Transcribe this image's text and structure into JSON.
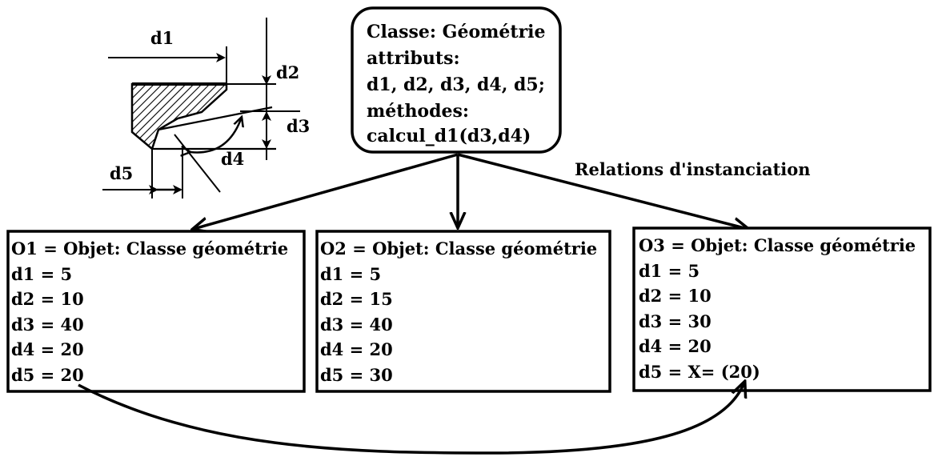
{
  "class_box": {
    "lines": [
      "Classe: Géométrie",
      "attributs:",
      "d1, d2, d3, d4, d5;",
      "méthodes:",
      "calcul_d1(d3,d4)"
    ]
  },
  "relation_label": "Relations d'instanciation",
  "objects": [
    {
      "lines": [
        "O1 = Objet: Classe géométrie",
        "d1 = 5",
        "d2 = 10",
        "d3 = 40",
        "d4 = 20",
        "d5 = 20"
      ]
    },
    {
      "lines": [
        "O2 = Objet: Classe géométrie",
        "d1 = 5",
        "d2 = 15",
        "d3 = 40",
        "d4 = 20",
        "d5 = 30"
      ]
    },
    {
      "lines": [
        "O3 = Objet: Classe géométrie",
        "d1 = 5",
        "d2 = 10",
        "d3 = 30",
        "d4 = 20",
        "d5 = X= (20)"
      ]
    }
  ],
  "dimensions": {
    "d1": "d1",
    "d2": "d2",
    "d3": "d3",
    "d4": "d4",
    "d5": "d5"
  }
}
